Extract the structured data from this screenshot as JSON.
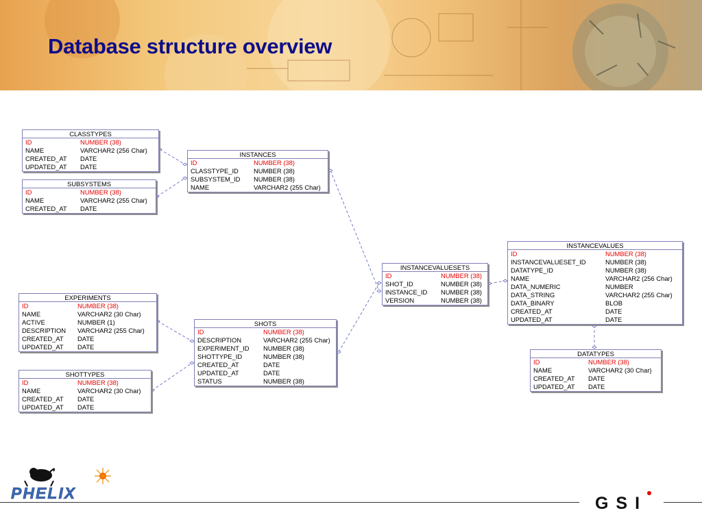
{
  "slide": {
    "title": "Database structure overview"
  },
  "logos": {
    "left": "PHELIX",
    "right": "GSI"
  },
  "entities": [
    {
      "id": "classtypes",
      "name": "CLASSTYPES",
      "rows": [
        {
          "name": "ID",
          "type": "NUMBER (38)",
          "pk": true
        },
        {
          "name": "NAME",
          "type": "VARCHAR2 (256 Char)"
        },
        {
          "name": "CREATED_AT",
          "type": "DATE"
        },
        {
          "name": "UPDATED_AT",
          "type": "DATE"
        }
      ]
    },
    {
      "id": "subsystems",
      "name": "SUBSYSTEMS",
      "rows": [
        {
          "name": "ID",
          "type": "NUMBER (38)",
          "pk": true
        },
        {
          "name": "NAME",
          "type": "VARCHAR2 (255 Char)"
        },
        {
          "name": "CREATED_AT",
          "type": "DATE"
        }
      ]
    },
    {
      "id": "instances",
      "name": "INSTANCES",
      "rows": [
        {
          "name": "ID",
          "type": "NUMBER (38)",
          "pk": true
        },
        {
          "name": "CLASSTYPE_ID",
          "type": "NUMBER (38)"
        },
        {
          "name": "SUBSYSTEM_ID",
          "type": "NUMBER (38)"
        },
        {
          "name": "NAME",
          "type": "VARCHAR2 (255 Char)"
        }
      ]
    },
    {
      "id": "experiments",
      "name": "EXPERIMENTS",
      "rows": [
        {
          "name": "ID",
          "type": "NUMBER (38)",
          "pk": true
        },
        {
          "name": "NAME",
          "type": "VARCHAR2 (30 Char)"
        },
        {
          "name": "ACTIVE",
          "type": "NUMBER (1)"
        },
        {
          "name": "DESCRIPTION",
          "type": "VARCHAR2 (255 Char)"
        },
        {
          "name": "CREATED_AT",
          "type": "DATE"
        },
        {
          "name": "UPDATED_AT",
          "type": "DATE"
        }
      ]
    },
    {
      "id": "shottypes",
      "name": "SHOTTYPES",
      "rows": [
        {
          "name": "ID",
          "type": "NUMBER (38)",
          "pk": true
        },
        {
          "name": "NAME",
          "type": "VARCHAR2 (30 Char)"
        },
        {
          "name": "CREATED_AT",
          "type": "DATE"
        },
        {
          "name": "UPDATED_AT",
          "type": "DATE"
        }
      ]
    },
    {
      "id": "shots",
      "name": "SHOTS",
      "rows": [
        {
          "name": "ID",
          "type": "NUMBER (38)",
          "pk": true
        },
        {
          "name": "DESCRIPTION",
          "type": "VARCHAR2 (255 Char)"
        },
        {
          "name": "EXPERIMENT_ID",
          "type": "NUMBER (38)"
        },
        {
          "name": "SHOTTYPE_ID",
          "type": "NUMBER (38)"
        },
        {
          "name": "CREATED_AT",
          "type": "DATE"
        },
        {
          "name": "UPDATED_AT",
          "type": "DATE"
        },
        {
          "name": "STATUS",
          "type": "NUMBER (38)"
        }
      ]
    },
    {
      "id": "instancevaluesets",
      "name": "INSTANCEVALUESETS",
      "rows": [
        {
          "name": "ID",
          "type": "NUMBER (38)",
          "pk": true
        },
        {
          "name": "SHOT_ID",
          "type": "NUMBER (38)"
        },
        {
          "name": "INSTANCE_ID",
          "type": "NUMBER (38)"
        },
        {
          "name": "VERSION",
          "type": "NUMBER (38)"
        }
      ]
    },
    {
      "id": "instancevalues",
      "name": "INSTANCEVALUES",
      "rows": [
        {
          "name": "ID",
          "type": "NUMBER (38)",
          "pk": true
        },
        {
          "name": "INSTANCEVALUESET_ID",
          "type": "NUMBER (38)"
        },
        {
          "name": "DATATYPE_ID",
          "type": "NUMBER (38)"
        },
        {
          "name": "NAME",
          "type": "VARCHAR2 (256 Char)"
        },
        {
          "name": "DATA_NUMERIC",
          "type": "NUMBER"
        },
        {
          "name": "DATA_STRING",
          "type": "VARCHAR2 (255 Char)"
        },
        {
          "name": "DATA_BINARY",
          "type": "BLOB"
        },
        {
          "name": "CREATED_AT",
          "type": "DATE"
        },
        {
          "name": "UPDATED_AT",
          "type": "DATE"
        }
      ]
    },
    {
      "id": "datatypes",
      "name": "DATATYPES",
      "rows": [
        {
          "name": "ID",
          "type": "NUMBER (38)",
          "pk": true
        },
        {
          "name": "NAME",
          "type": "VARCHAR2 (30 Char)"
        },
        {
          "name": "CREATED_AT",
          "type": "DATE"
        },
        {
          "name": "UPDATED_AT",
          "type": "DATE"
        }
      ]
    }
  ],
  "relationships": [
    {
      "from": "classtypes",
      "to": "instances",
      "fk": "CLASSTYPE_ID"
    },
    {
      "from": "subsystems",
      "to": "instances",
      "fk": "SUBSYSTEM_ID"
    },
    {
      "from": "instances",
      "to": "instancevaluesets",
      "fk": "INSTANCE_ID"
    },
    {
      "from": "experiments",
      "to": "shots",
      "fk": "EXPERIMENT_ID"
    },
    {
      "from": "shottypes",
      "to": "shots",
      "fk": "SHOTTYPE_ID"
    },
    {
      "from": "shots",
      "to": "instancevaluesets",
      "fk": "SHOT_ID"
    },
    {
      "from": "instancevaluesets",
      "to": "instancevalues",
      "fk": "INSTANCEVALUESET_ID"
    },
    {
      "from": "datatypes",
      "to": "instancevalues",
      "fk": "DATATYPE_ID"
    }
  ],
  "colors": {
    "title": "#0d0d8a",
    "primary_key": "#e60000",
    "border": "#7f7fb8",
    "connector": "#6b6bc4"
  }
}
